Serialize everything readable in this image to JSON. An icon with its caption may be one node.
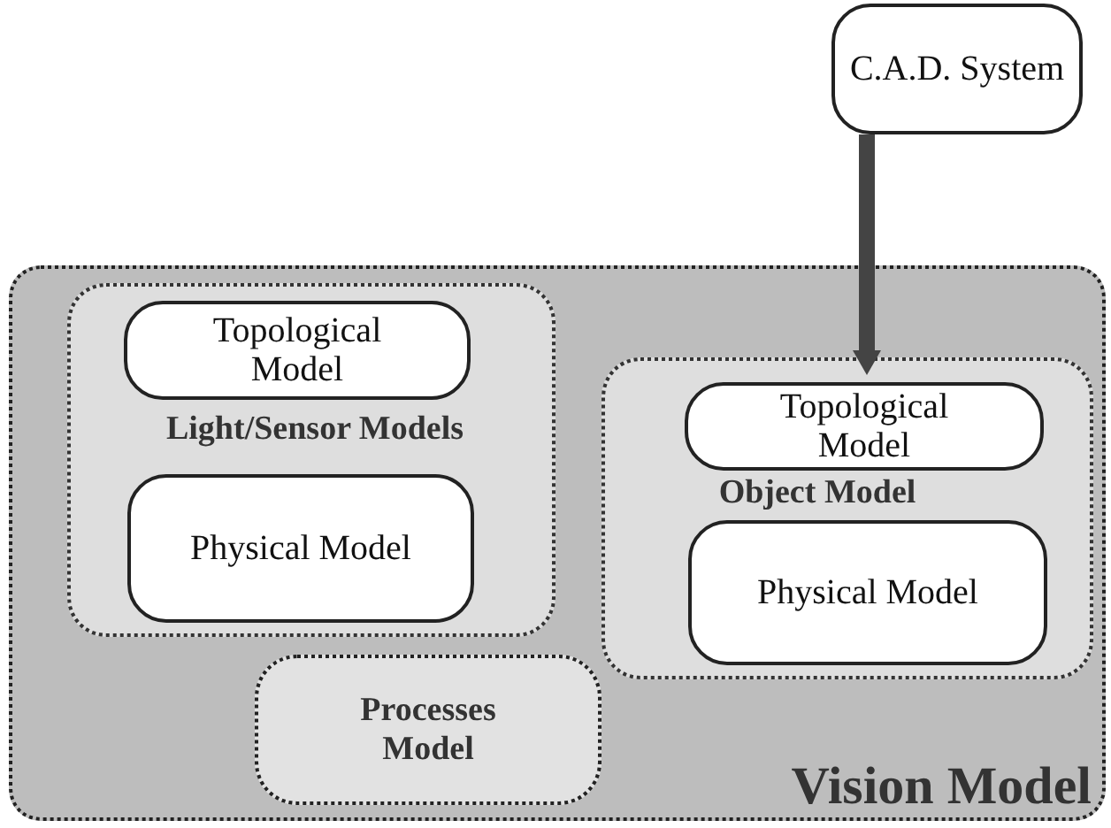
{
  "diagram": {
    "nodes": [
      {
        "text": [
          "C.A.D. System"
        ]
      },
      {
        "text": [
          "Vision Model"
        ]
      },
      {
        "text": [
          "Light/Sensor Models"
        ],
        "in": 1
      },
      {
        "text": [
          "Topological Model"
        ],
        "in": 2
      },
      {
        "text": [
          "Physical Model"
        ],
        "in": 2
      },
      {
        "text": [
          "Object Model"
        ],
        "in": 1
      },
      {
        "text": [
          "Topological Model"
        ],
        "in": 5
      },
      {
        "text": [
          "Physical Model"
        ],
        "in": 5
      },
      {
        "text": [
          "Processes Model"
        ],
        "in": 1
      }
    ],
    "edges": [
      {
        "from": 0,
        "to": 6,
        "arrow": "to"
      }
    ]
  }
}
